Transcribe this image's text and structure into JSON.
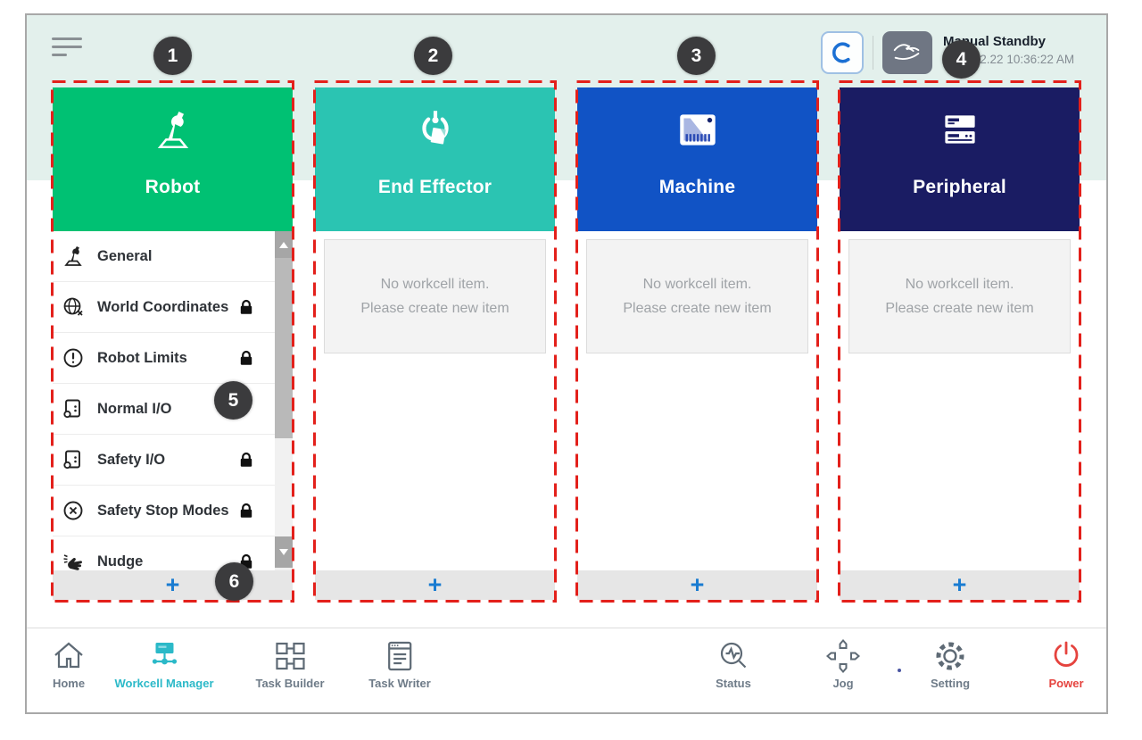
{
  "status_bar": {
    "mode_label": "Manual Standby",
    "datetime": "2022.12.22 10:36:22 AM"
  },
  "columns": [
    {
      "title": "Robot"
    },
    {
      "title": "End Effector"
    },
    {
      "title": "Machine"
    },
    {
      "title": "Peripheral"
    }
  ],
  "robot_menu": [
    {
      "label": "General",
      "locked": false
    },
    {
      "label": "World Coordinates",
      "locked": true
    },
    {
      "label": "Robot Limits",
      "locked": true
    },
    {
      "label": "Normal I/O",
      "locked": false
    },
    {
      "label": "Safety I/O",
      "locked": true
    },
    {
      "label": "Safety Stop Modes",
      "locked": true
    },
    {
      "label": "Nudge",
      "locked": true
    }
  ],
  "empty_state": {
    "line1": "No workcell item.",
    "line2": "Please create new item"
  },
  "add_label": "+",
  "callouts": [
    "1",
    "2",
    "3",
    "4",
    "5",
    "6"
  ],
  "nav": {
    "items": [
      {
        "label": "Home"
      },
      {
        "label": "Workcell Manager"
      },
      {
        "label": "Task Builder"
      },
      {
        "label": "Task Writer"
      },
      {
        "label": "Status"
      },
      {
        "label": "Jog"
      },
      {
        "label": "Setting"
      },
      {
        "label": "Power"
      }
    ],
    "active_item": "Workcell Manager"
  },
  "colors": {
    "robot_green": "#00C173",
    "end_effector_teal": "#2BC4B2",
    "machine_blue": "#1153C5",
    "peripheral_navy": "#1A1C63",
    "active_nav_teal": "#2BB9C8",
    "power_red": "#E5433E",
    "annotation_red": "#E3201B",
    "callout_bg": "#3B3B3D",
    "mint_band": "#E3F0EC"
  }
}
